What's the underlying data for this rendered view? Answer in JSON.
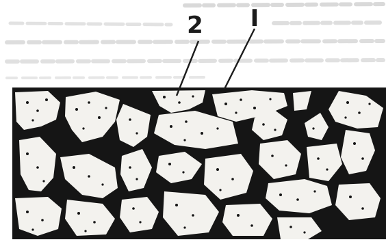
{
  "figure": {
    "labels": [
      {
        "id": "granule",
        "text": "2"
      },
      {
        "id": "matrix",
        "text": "I"
      }
    ],
    "colors": {
      "paper": "#ffffff",
      "matrix": "#151515",
      "granule": "#f3f2ee",
      "speckle": "#151515",
      "bleed_text": "#dcdcdc"
    }
  }
}
